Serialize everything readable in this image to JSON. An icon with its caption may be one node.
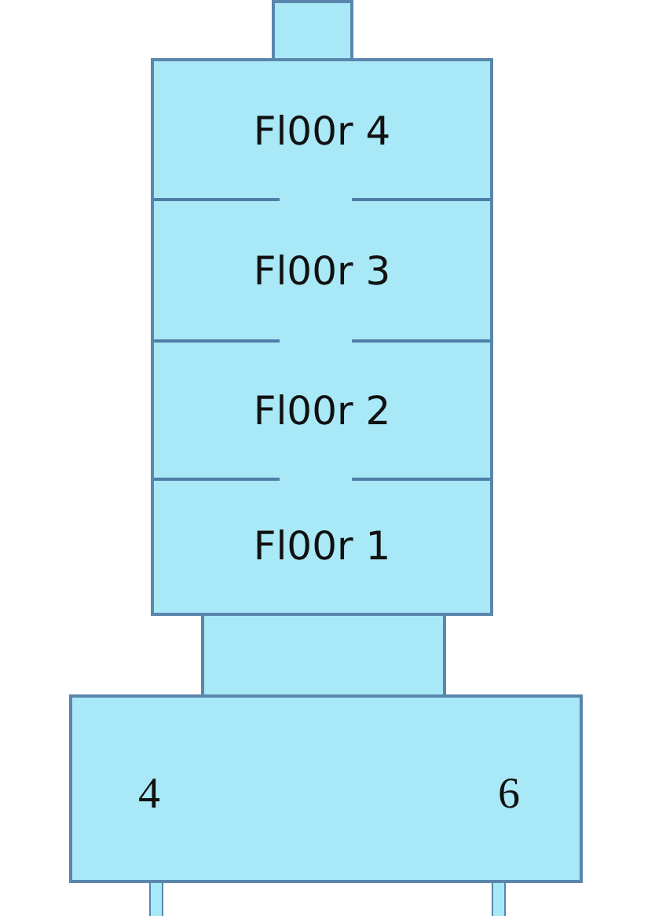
{
  "diagram": {
    "nodes": [
      {
        "text": [],
        "shape": "box"
      },
      {
        "text": [],
        "shape": "box"
      },
      {
        "text": [
          "Fl00r 4"
        ],
        "in": 1
      },
      {
        "text": [
          "Fl00r 3"
        ],
        "in": 1
      },
      {
        "text": [
          "Fl00r 2"
        ],
        "in": 1
      },
      {
        "text": [
          "Fl00r 1"
        ],
        "in": 1
      },
      {
        "text": [],
        "shape": "box"
      },
      {
        "text": [
          "4",
          "6"
        ]
      },
      {
        "text": [],
        "shape": "bar"
      },
      {
        "text": [],
        "shape": "bar"
      }
    ]
  }
}
